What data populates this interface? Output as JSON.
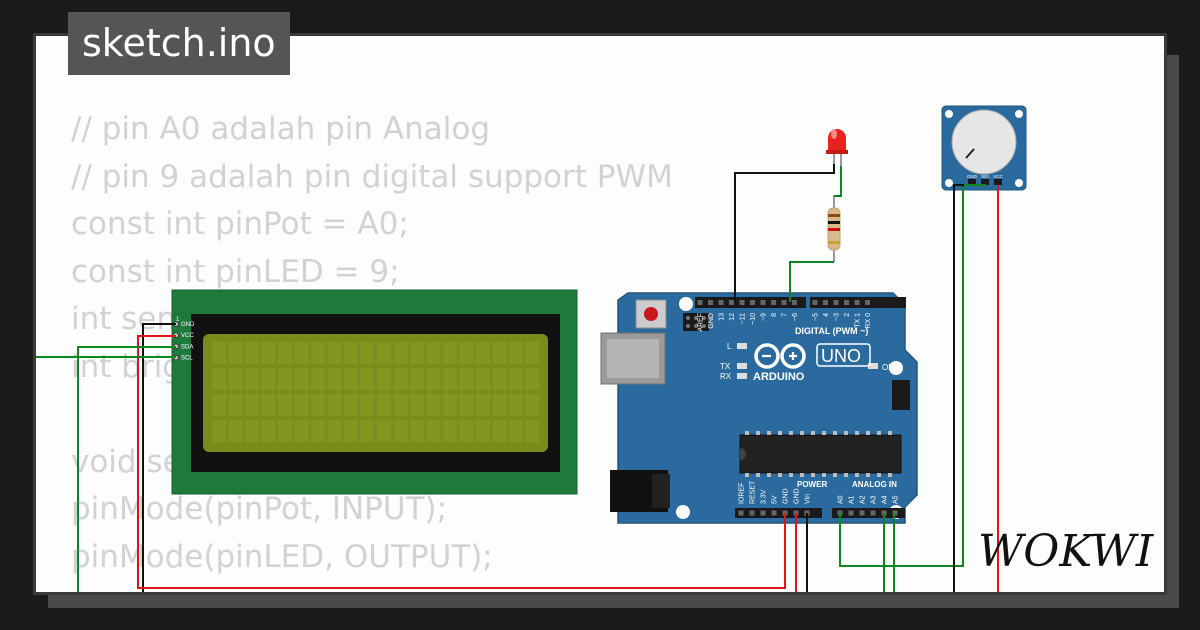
{
  "title": "sketch.ino",
  "code_lines": [
    "// pin A0 adalah pin Analog",
    "// pin 9 adalah pin digital support PWM",
    "const int pinPot = A0;",
    "const int pinLED = 9;",
    "int sensorValue = 0;",
    "int brightness = 0;",
    "",
    "void setup() {",
    "pinMode(pinPot, INPUT);",
    "pinMode(pinLED, OUTPUT);"
  ],
  "arduino": {
    "brand": "ARDUINO",
    "model": "UNO",
    "digital_label": "DIGITAL (PWM ~)",
    "power_label": "POWER",
    "analog_label": "ANALOG IN",
    "on_label": "ON",
    "l_label": "L",
    "tx_label": "TX",
    "rx_label": "RX",
    "top_pins": [
      "AREF",
      "GND",
      "13",
      "12",
      "~11",
      "~10",
      "~9",
      "8",
      "7",
      "~6",
      "~5",
      "4",
      "~3",
      "2",
      "TX 1",
      "RX 0"
    ],
    "power_pins": [
      "IOREF",
      "RESET",
      "3.3V",
      "5V",
      "GND",
      "GND",
      "Vin"
    ],
    "analog_pins": [
      "A0",
      "A1",
      "A2",
      "A3",
      "A4",
      "A5"
    ]
  },
  "lcd": {
    "pins": [
      "GND",
      "VCC",
      "SDA",
      "SCL"
    ],
    "pin1": "1"
  },
  "pot": {
    "pins": [
      "GND",
      "SIG",
      "VCC"
    ]
  },
  "logo": "WOKWI",
  "colors": {
    "board": "#2b6a9e",
    "lcd_pcb": "#1e7a3c",
    "lcd_screen": "#7a8c1c",
    "wire_green": "#0a8a1e",
    "wire_red": "#e0151a",
    "wire_black": "#111111"
  }
}
